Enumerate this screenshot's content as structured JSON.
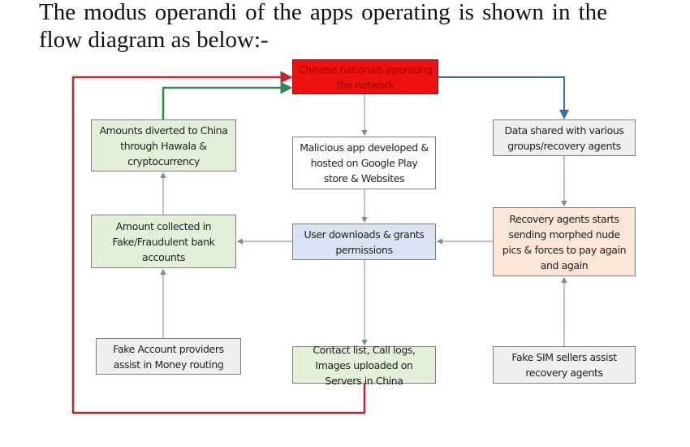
{
  "heading": "The modus operandi of the apps operating is shown in the flow diagram as below:-",
  "nodes": {
    "chinese": "Chinese nationals operating the network",
    "diverted": "Amounts diverted to China through Hawala & cryptocurrency",
    "malicious": "Malicious app developed & hosted on Google Play store & Websites",
    "data_shared": "Data shared with various groups/recovery agents",
    "collected": "Amount collected in Fake/Fraudulent bank accounts",
    "user": "User downloads & grants permissions",
    "recovery": "Recovery agents starts sending morphed nude pics & forces to pay again and again",
    "fake_account": "Fake Account providers assist in Money routing",
    "contact": "Contact list, Call logs, Images uploaded on Servers in China",
    "fake_sim": "Fake SIM sellers assist recovery agents"
  },
  "colors": {
    "red_flow": "#c0262b",
    "green_flow": "#2e8b57",
    "blue_flow": "#3a6ea5",
    "connector": "#7fa3a8"
  }
}
